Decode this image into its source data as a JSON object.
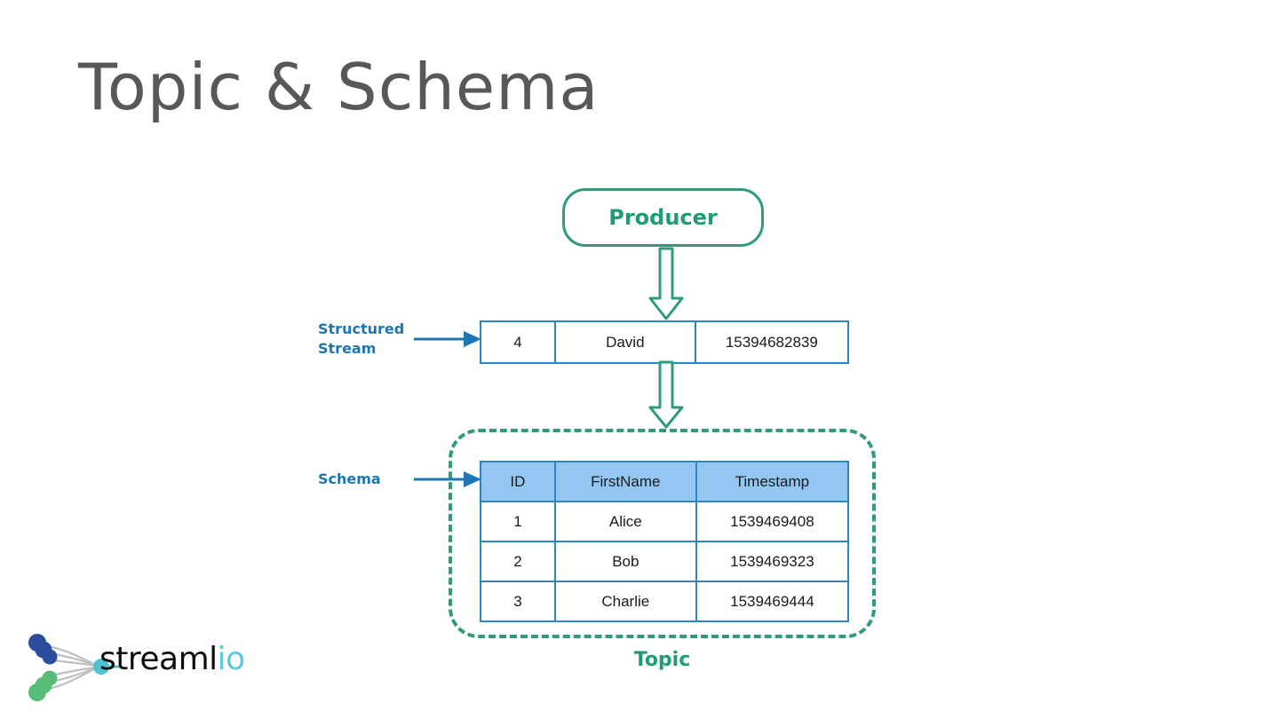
{
  "slide": {
    "title": "Topic & Schema"
  },
  "diagram": {
    "producer": {
      "label": "Producer",
      "color": "#1E9D74"
    },
    "arrows": {
      "producer_to_stream": "down-block-arrow",
      "stream_to_topic": "down-block-arrow"
    },
    "structured_stream": {
      "label": "Structured\nStream",
      "label_line1": "Structured",
      "label_line2": "Stream",
      "color": "#1F76B4",
      "row": [
        "4",
        "David",
        "15394682839"
      ]
    },
    "schema": {
      "label": "Schema",
      "color": "#1F76B4",
      "headers": [
        "ID",
        "FirstName",
        "Timestamp"
      ],
      "rows": [
        [
          "1",
          "Alice",
          "1539469408"
        ],
        [
          "2",
          "Bob",
          "1539469323"
        ],
        [
          "3",
          "Charlie",
          "1539469444"
        ]
      ],
      "header_fill": "#93C7F2",
      "border_color": "#2E86C1"
    },
    "topic": {
      "label": "Topic",
      "color": "#1E9D74",
      "border_style": "dashed"
    }
  },
  "logo": {
    "name_dark": "streaml",
    "name_accent": "io",
    "node_colors": {
      "blue": "#2B4D9B",
      "green": "#56BE79",
      "hub": "#4FC3D4",
      "lines": "#BFBFBF"
    }
  }
}
